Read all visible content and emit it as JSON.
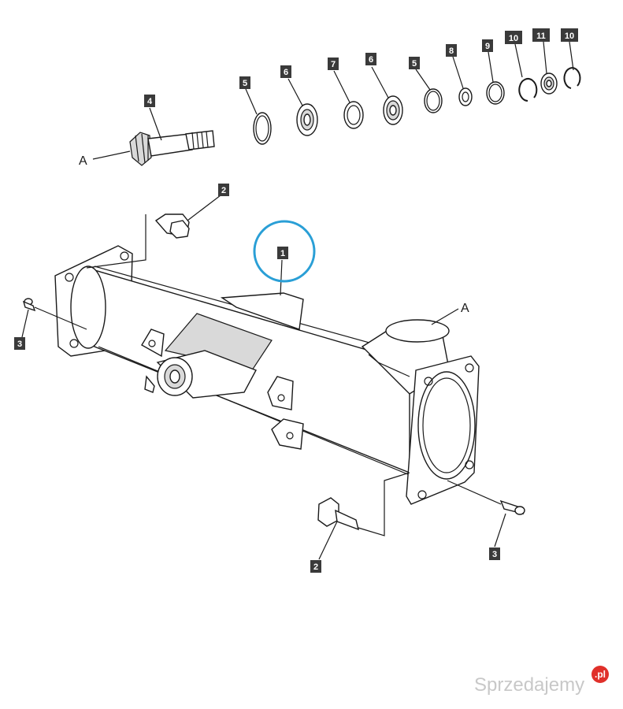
{
  "labels": {
    "l1": "1",
    "l2a": "2",
    "l2b": "2",
    "l3a": "3",
    "l3b": "3",
    "l4": "4",
    "l5a": "5",
    "l5b": "5",
    "l6a": "6",
    "l6b": "6",
    "l7": "7",
    "l8": "8",
    "l9": "9",
    "l10a": "10",
    "l10b": "10",
    "l11": "11"
  },
  "letters": {
    "a_shaft": "A",
    "a_housing": "A"
  },
  "watermark": {
    "text": "Sprzedajemy",
    "badge": ".pl"
  },
  "colors": {
    "ink": "#1a1a1a",
    "label_bg": "#3a3a3a",
    "highlight_circle": "#2a9fd6",
    "watermark_badge": "#e0302a"
  }
}
